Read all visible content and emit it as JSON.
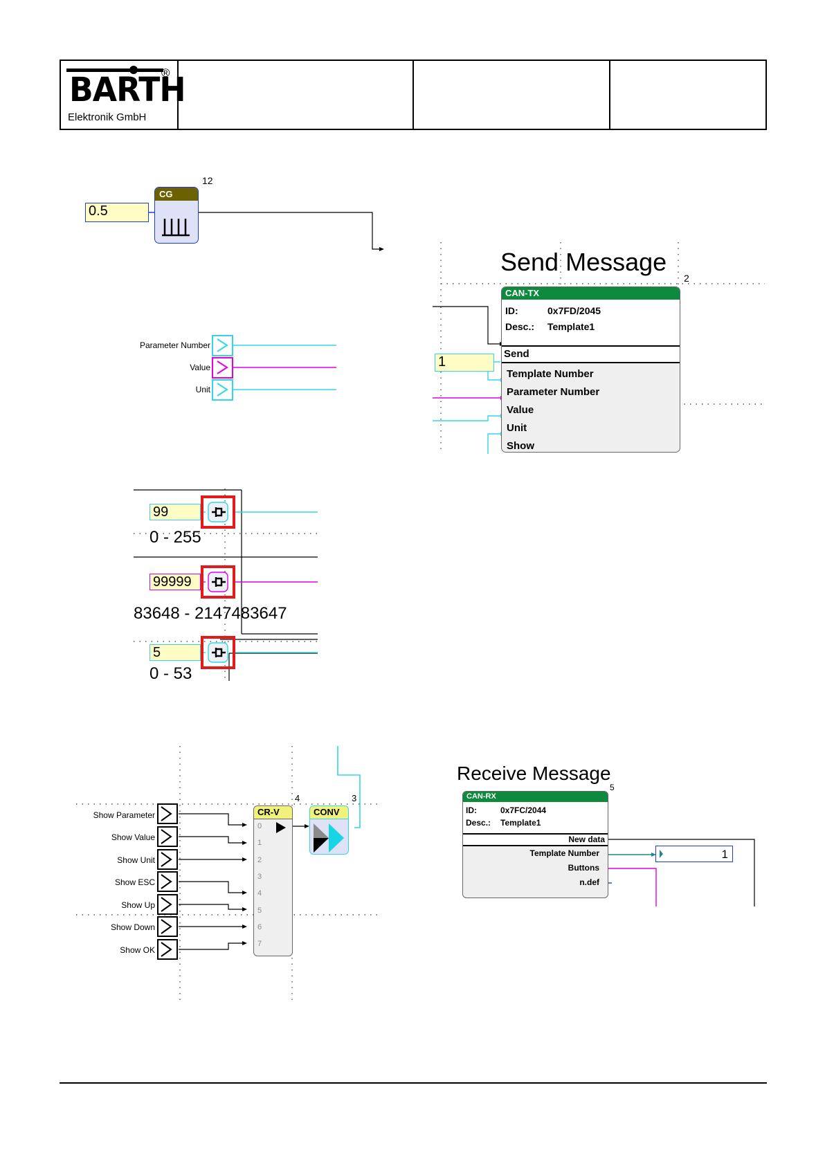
{
  "header": {
    "logo_word": "BARTH",
    "logo_reg": "®",
    "logo_subtitle": "Elektronik GmbH"
  },
  "cg_block": {
    "title": "CG",
    "index": "12",
    "input_value": "0.5"
  },
  "send_message": {
    "heading": "Send Message",
    "index": "2",
    "block_title": "CAN-TX",
    "id_label": "ID:",
    "id_value": "0x7FD/2045",
    "desc_label": "Desc.:",
    "desc_value": "Template1",
    "inputs": [
      "Send",
      "Template Number",
      "Parameter Number",
      "Value",
      "Unit",
      "Show"
    ],
    "template_input_value": "1"
  },
  "parameter_labels": [
    "Parameter Number",
    "Value",
    "Unit"
  ],
  "constants": [
    {
      "value": "99",
      "range": "0 - 255",
      "color": "#33d6e8"
    },
    {
      "value": "99999",
      "range": "83648 - 2147483647",
      "color": "#e400e4"
    },
    {
      "value": "5",
      "range": "0 - 53",
      "color": "#33d6e8"
    }
  ],
  "crv_block": {
    "title": "CR-V",
    "index": "4",
    "pins": [
      "0",
      "1",
      "2",
      "3",
      "4",
      "5",
      "6",
      "7"
    ],
    "inputs": [
      "Show Parameter",
      "Show Value",
      "Show Unit",
      "Show ESC",
      "Show Up",
      "Show Down",
      "Show OK"
    ]
  },
  "conv_block": {
    "title": "CONV",
    "index": "3"
  },
  "receive_message": {
    "heading": "Receive Message",
    "index": "5",
    "block_title": "CAN-RX",
    "id_label": "ID:",
    "id_value": "0x7FC/2044",
    "desc_label": "Desc.:",
    "desc_value": "Template1",
    "outputs": [
      "New data",
      "Template Number",
      "Buttons",
      "n.def"
    ],
    "display_value": "1"
  },
  "colors": {
    "cyan": "#33d6e8",
    "magenta": "#e400e4",
    "yellow_input": "#fffcc6",
    "can_green": "#0d8a3c",
    "cg_olive": "#6b6100",
    "block_yellow": "#f2f27a",
    "highlight_red": "#e21a1a",
    "teal": "#1a8a8a"
  }
}
